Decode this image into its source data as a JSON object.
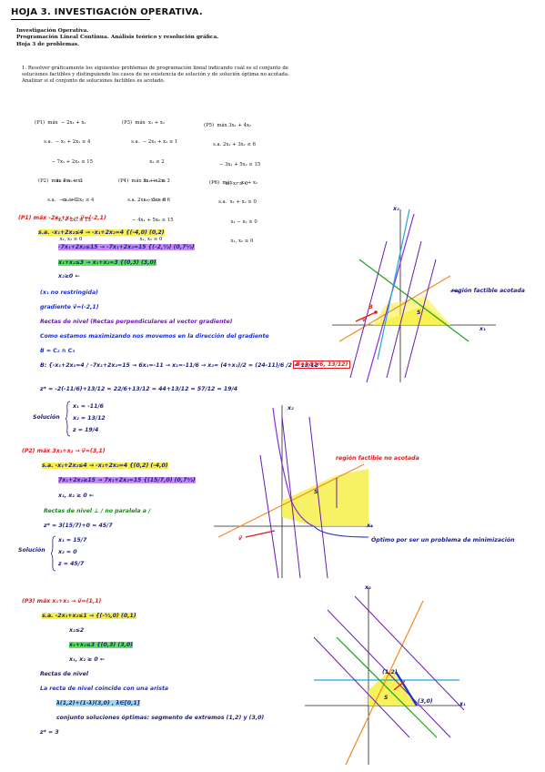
{
  "title": "HOJA 3. INVESTIGACIÓN OPERATIVA.",
  "header": {
    "line1": "Investigación Operativa.",
    "line2": "Programación Lineal Continua. Análisis teórico y resolución gráfica.",
    "line3": "Hoja 3 de problemas."
  },
  "intro": {
    "number": "1.",
    "text": "Resolver gráficamente los siguientes problemas de programación lineal indicando cuál es el conjunto de soluciones factibles y distinguiendo los casos de no existencia de solución y de solución óptima no acotada. Analizar si el conjunto de soluciones factibles es acotado."
  },
  "problems": [
    {
      "id": "P1",
      "lines": [
        "(P1)  máx  − 2x₁ + x₂",
        "      s.a.  − x₁ + 2x₂ ≤ 4",
        "           − 7x₁ + 2x₂ ≤ 15",
        "              x₁ + x₂ ≤ 3",
        "                  x₂ ≥ 0"
      ]
    },
    {
      "id": "P3",
      "lines": [
        "(P3)  máx  x₁ + x₂",
        "      s.a.  − 2x₁ + x₂ ≤ 1",
        "                  x₂ ≤ 2",
        "              x₁ + x₂ ≤ 3",
        "              x₁, x₂ ≥ 0"
      ]
    },
    {
      "id": "P5",
      "lines": [
        "(P5)  máx 3x₁ + 4x₂",
        "      s.a. 2x₁ + 3x₂ ≤ 6",
        "          − 3x₁ + 5x₂ ≥ 15",
        "              x₁, x₂ ≥ 0"
      ]
    },
    {
      "id": "P2",
      "lines": [
        "(P2)  máx 3x₁ + x₂",
        "      s.a.  − x₁ + 2x₂ ≤ 4",
        "           7x₁ + 2x₂ ≥ 15",
        "              x₁, x₂ ≥ 0"
      ]
    },
    {
      "id": "P4",
      "lines": [
        "(P4)  máx 3x₁ + 2x₂",
        "      s.a. 2x₁ − 3x₂ ≤ 6",
        "         − 4x₁ + 5x₂ ≥ 15",
        "              x₁, x₂ ≥ 0"
      ]
    },
    {
      "id": "P6",
      "lines": [
        "(P6)  máx  − x₁ + x₂",
        "      s.a.  x₁ + x₂ ≥ 0",
        "              x₁ − x₂ ≥ 0",
        "              x₁, x₂ ≥ 0"
      ]
    }
  ],
  "notes_p1": {
    "head": "(P1)  máx  -2x₁+x₂  → v⃗=(-2,1)",
    "c1": "s.a.  -x₁+2x₂≤4  → -x₁+2x₂=4 {(-4,0) (0,2)",
    "c2": "-7x₁+2x₂≤15  → -7x₁+2x₂=15 {(-2,½) (0,7½)",
    "c3": "x₁+x₂≤3  → x₁+x₂=3 {(0,3) (3,0)",
    "c4": "x₂≥0 ←",
    "free": "(x₁ no restringida)",
    "grad": "gradiente  v⃗=(-2,1)",
    "level": "Rectas de nivel  (Rectas perpendiculares al vector gradiente)",
    "move": "Como estamos maximizando nos movemos en la dirección del gradiente",
    "bcc": "B = C₂ ∩ C₃",
    "bsys": "B: {-x₁+2x₂=4 / -7x₁+2x₂=15  → 6x₁=-11 → x₁=-11/6 → x₂= (4+x₁)/2 = (24-11)/6 /2 = 13/12",
    "bres": "B=(-11/6, 13/12)",
    "zopt": "z* = -2(-11/6)+13/12 = 22/6+13/12 = 44+13/12 = 57/12 = 19/4",
    "sol_label": "Solución",
    "sol1": "x₁ = -11/6",
    "sol2": "x₂ = 13/12",
    "sol3": "z = 19/4",
    "region_label": "región factible acotada"
  },
  "notes_p2": {
    "head": "(P2)  máx  3x₁+x₂  → v⃗=(3,1)",
    "c1": "s.a.  -x₁+2x₂≤4  → -x₁+2x₂=4 {(0,2) (-4,0)",
    "c2": "7x₁+2x₂≥15  → 7x₁+2x₂=15 {(15/7,0) (0,7½)",
    "c3": "x₁, x₂ ≥ 0 ←",
    "level": "Rectas de nivel  ⊥ / no paralela a /",
    "zopt": "z* = 3(15/7)+0 = 45/7",
    "sol_label": "Solución",
    "sol1": "x₁ = 15/7",
    "sol2": "x₂ = 0",
    "sol3": "z = 45/7",
    "region_label": "región factible no acotada",
    "opt_label": "Óptimo por ser un problema de minimización"
  },
  "notes_p3": {
    "head": "(P3)  máx  x₁+x₂  → v⃗=(1,1)",
    "c1": "s.a.  -2x₁+x₂≤1  → {(-½,0) (0,1)",
    "c2": "x₂≤2",
    "c3": "x₁+x₂≤3 {(0,3) (3,0)",
    "c4": "x₁, x₂ ≥ 0 ←",
    "level": "Rectas de nivel",
    "coinc": "La recta de nivel coincide con una arista",
    "param": "λ(1,2)+(1-λ)(3,0) , λ∈[0,1]",
    "set": "conjunto soluciones óptimas: segmento de extremos (1,2) y (3,0)",
    "zopt": "z* = 3",
    "pt1": "(1,2)",
    "pt2": "(3,0)"
  },
  "graph_labels": {
    "x1": "x₁",
    "x2": "x₂",
    "S": "S",
    "B": "B",
    "v": "v⃗"
  }
}
